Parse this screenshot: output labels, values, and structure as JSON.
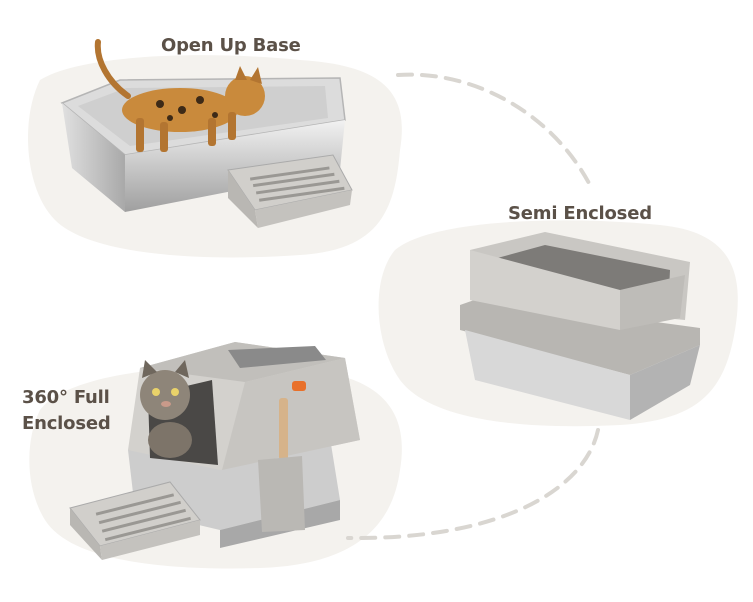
{
  "labels": {
    "open_up_base": "Open Up Base",
    "semi_enclosed": "Semi Enclosed",
    "full_enclosed_line1": "360° Full",
    "full_enclosed_line2": "Enclosed"
  },
  "colors": {
    "label_text": "#5b5148",
    "background_blob": "#f4f2ee",
    "dashed_connector": "#d9d6d1",
    "steel_light": "#e6e6e6",
    "steel_dark": "#9a9a9a",
    "plastic_grey": "#c9c7c3",
    "accent_orange": "#e8702a",
    "cat_bengal": "#c98a3c",
    "cat_tabby": "#8e8579"
  },
  "icons": {
    "product_open": "open-litter-box-illustration",
    "product_semi": "semi-enclosed-litter-box-illustration",
    "product_full": "full-enclosed-litter-box-illustration",
    "ramp": "litter-step-ramp-icon",
    "cat": "cat-icon"
  }
}
